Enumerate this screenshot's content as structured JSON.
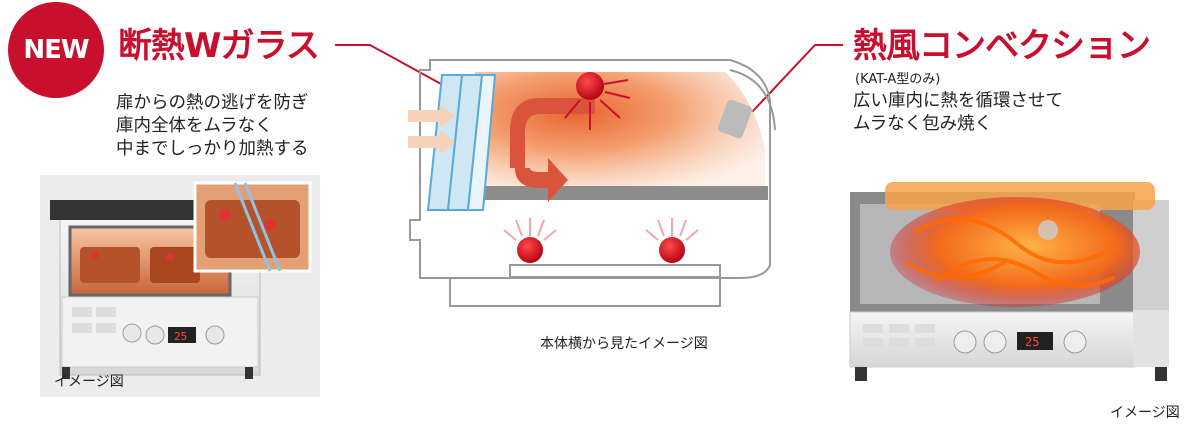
{
  "left": {
    "badge": "NEW",
    "title": "断熱Wガラス",
    "desc": [
      "扉からの熱の逃げを防ぎ",
      "庫内全体をムラなく",
      "中までしっかり加熱する"
    ],
    "photo_caption": "イメージ図",
    "display_value": "25"
  },
  "center": {
    "caption": "本体横から見たイメージ図"
  },
  "right": {
    "title": "熱風コンベクション",
    "note": "(KAT-A型のみ)",
    "desc": [
      "広い庫内に熱を循環させて",
      "ムラなく包み焼く"
    ],
    "photo_caption": "イメージ図",
    "display_value": "25"
  },
  "colors": {
    "brand_red": "#c8102e",
    "heat_orange": "#f4a070",
    "glass_blue": "#5aa9d6"
  }
}
